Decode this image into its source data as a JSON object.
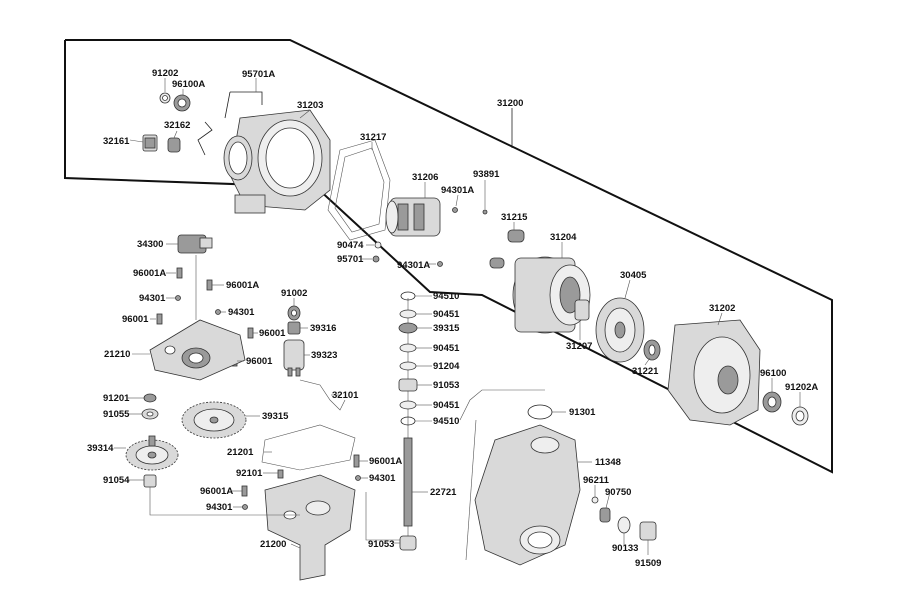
{
  "diagram": {
    "labels": {
      "p31200": "31200",
      "p91202": "91202",
      "p96100A": "96100A",
      "p95701A": "95701A",
      "p31203": "31203",
      "p32162": "32162",
      "p32161": "32161",
      "p31217": "31217",
      "p31206": "31206",
      "p94301A_a": "94301A",
      "p93891": "93891",
      "p31215": "31215",
      "p90474": "90474",
      "p95701": "95701",
      "p94301A_b": "94301A",
      "p31204": "31204",
      "p30405": "30405",
      "p31202": "31202",
      "p31207": "31207",
      "p31221": "31221",
      "p96100": "96100",
      "p91202A": "91202A",
      "p34300": "34300",
      "p96001A_a": "96001A",
      "p96001A_b": "96001A",
      "p94301_a": "94301",
      "p94301_b": "94301",
      "p96001_a": "96001",
      "p96001_b": "96001",
      "p96001_c": "96001",
      "p21210": "21210",
      "p91002": "91002",
      "p39316": "39316",
      "p39323": "39323",
      "p32101": "32101",
      "p94510_a": "94510",
      "p90451_a": "90451",
      "p39315_a": "39315",
      "p90451_b": "90451",
      "p91204": "91204",
      "p91053_a": "91053",
      "p90451_c": "90451",
      "p94510_b": "94510",
      "p91301": "91301",
      "p91201": "91201",
      "p91055": "91055",
      "p39315_b": "39315",
      "p39314": "39314",
      "p21201": "21201",
      "p92101": "92101",
      "p96001A_c": "96001A",
      "p94301_c": "94301",
      "p91054": "91054",
      "p96001A_d": "96001A",
      "p94301_d": "94301",
      "p22721": "22721",
      "p11348": "11348",
      "p96211": "96211",
      "p90750": "90750",
      "p21200": "21200",
      "p91053_b": "91053",
      "p90133": "90133",
      "p91509": "91509"
    }
  }
}
